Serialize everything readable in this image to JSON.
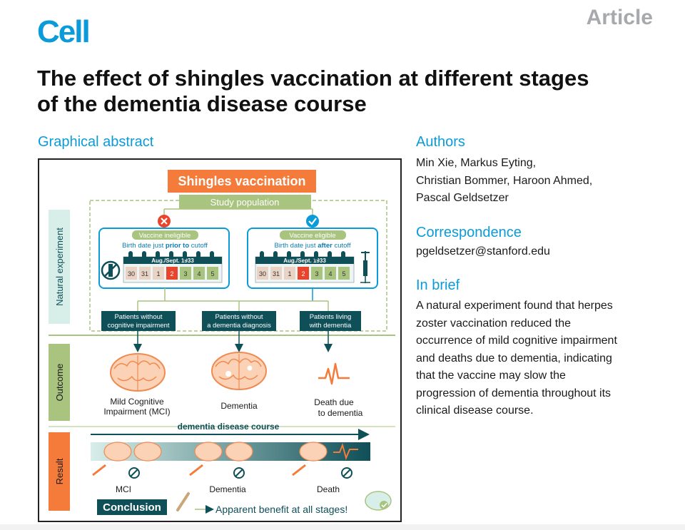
{
  "header": {
    "journal": "Cell",
    "article_type": "Article",
    "title_line1": "The effect of shingles vaccination at different stages",
    "title_line2": "of the dementia disease course"
  },
  "graphical_abstract": {
    "heading": "Graphical abstract",
    "banner": "Shingles vaccination",
    "study_population": "Study population",
    "side_labels": {
      "natural": "Natural experiment",
      "outcome": "Outcome",
      "result": "Result"
    },
    "left_panel": {
      "status": "Vaccine ineligible",
      "desc_prefix": "Birth date just ",
      "desc_bold": "prior to",
      "desc_suffix": " cutoff",
      "month": "Aug./Sept. 1933",
      "days": [
        "30",
        "31",
        "1",
        "2",
        "3",
        "4",
        "5"
      ]
    },
    "right_panel": {
      "status": "Vaccine eligible",
      "desc_prefix": "Birth date just ",
      "desc_bold": "after",
      "desc_suffix": " cutoff",
      "month": "Aug./Sept. 1933",
      "days": [
        "30",
        "31",
        "1",
        "2",
        "3",
        "4",
        "5"
      ]
    },
    "groups": [
      {
        "line1": "Patients without",
        "line2": "cognitive impairment"
      },
      {
        "line1": "Patients without",
        "line2": "a dementia diagnosis"
      },
      {
        "line1": "Patients living",
        "line2": "with dementia"
      }
    ],
    "outcomes": [
      {
        "line1": "Mild Cognitive",
        "line2": "Impairment (MCI)"
      },
      {
        "line1": "Dementia",
        "line2": ""
      },
      {
        "line1": "Death due",
        "line2": "to dementia"
      }
    ],
    "course_label": "dementia disease course",
    "result_labels": [
      "MCI",
      "Dementia",
      "Death"
    ],
    "conclusion_label": "Conclusion",
    "conclusion_text": "Apparent benefit at all stages!"
  },
  "sidebar": {
    "authors_heading": "Authors",
    "authors_lines": [
      "Min Xie, Markus Eyting,",
      "Christian Bommer, Haroon Ahmed,",
      "Pascal Geldsetzer"
    ],
    "correspondence_heading": "Correspondence",
    "correspondence_email": "pgeldsetzer@stanford.edu",
    "inbrief_heading": "In brief",
    "inbrief_lines": [
      "A natural experiment found that herpes",
      "zoster vaccination reduced the",
      "occurrence of mild cognitive impairment",
      "and deaths due to dementia, indicating",
      "that the vaccine may slow the",
      "progression of dementia throughout its",
      "clinical disease course."
    ]
  },
  "colors": {
    "cell_blue": "#0a9bd8",
    "orange": "#f47b3a",
    "light_green": "#a9c47f",
    "teal_dark": "#0f4f58",
    "teal_light": "#d8eee9",
    "red_day": "#e8452c"
  }
}
